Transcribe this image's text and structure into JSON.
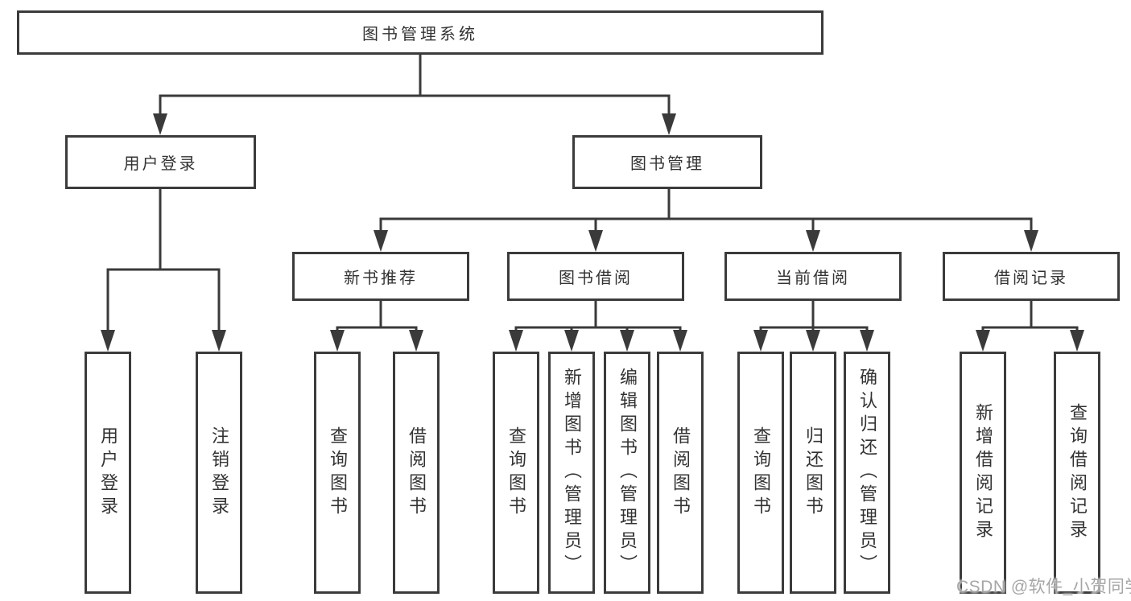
{
  "tree": {
    "root": "图书管理系统",
    "children": [
      {
        "label": "用户登录",
        "children": [
          "用户登录",
          "注销登录"
        ]
      },
      {
        "label": "图书管理",
        "children": [
          {
            "label": "新书推荐",
            "children": [
              "查询图书",
              "借阅图书"
            ]
          },
          {
            "label": "图书借阅",
            "children": [
              "查询图书",
              "新增图书（管理员）",
              "编辑图书（管理员）",
              "借阅图书"
            ]
          },
          {
            "label": "当前借阅",
            "children": [
              "查询图书",
              "归还图书",
              "确认归还（管理员）"
            ]
          },
          {
            "label": "借阅记录",
            "children": [
              "新增借阅记录",
              "查询借阅记录"
            ]
          }
        ]
      }
    ]
  },
  "watermark": {
    "text": "CSDN @软件_小贺同学"
  },
  "colors": {
    "line": "#3a3a3a",
    "box_border": "#3b3b3b",
    "text": "#333333",
    "canvas": "#ffffff",
    "watermark": "#a6a6a6"
  }
}
